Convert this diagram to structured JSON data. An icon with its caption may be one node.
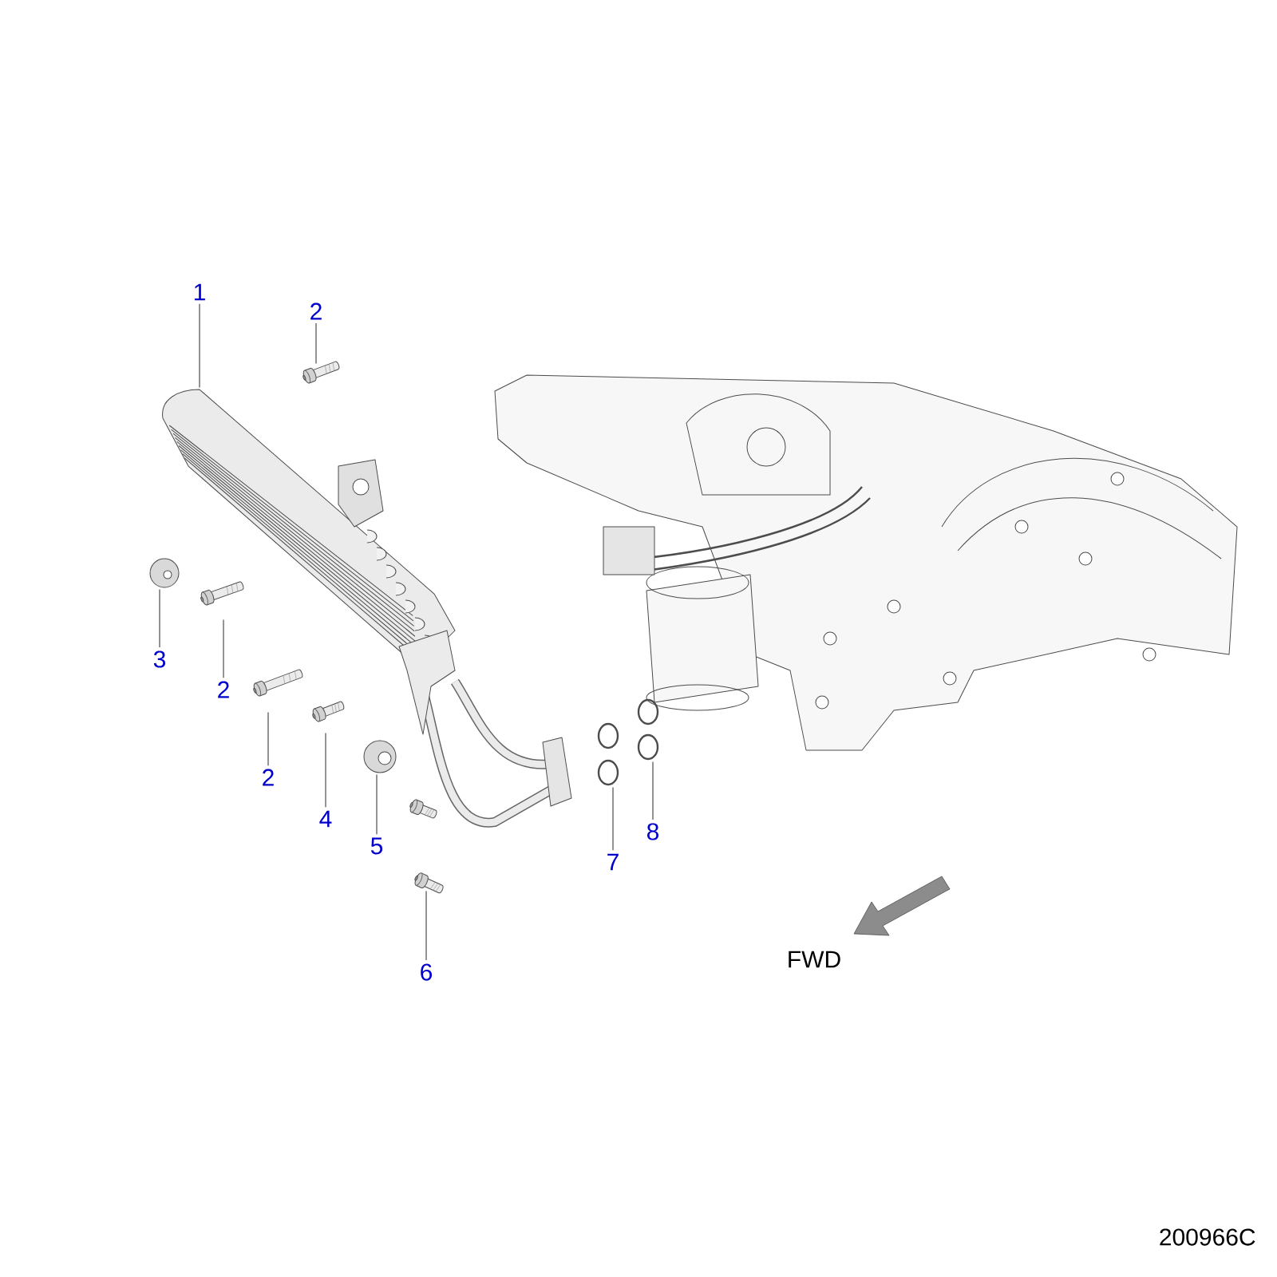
{
  "diagram": {
    "nodes": [
      {
        "text": [
          "1"
        ]
      },
      {
        "text": [
          "2"
        ]
      },
      {
        "text": [
          "3"
        ]
      },
      {
        "text": [
          "2"
        ]
      },
      {
        "text": [
          "2"
        ]
      },
      {
        "text": [
          "4"
        ]
      },
      {
        "text": [
          "5"
        ]
      },
      {
        "text": [
          "6"
        ]
      },
      {
        "text": [
          "7"
        ]
      },
      {
        "text": [
          "8"
        ]
      },
      {
        "text": [],
        "shape": "picture"
      },
      {
        "text": [],
        "shape": "picture"
      },
      {
        "text": [],
        "shape": "picture"
      },
      {
        "text": [],
        "shape": "picture"
      },
      {
        "text": [],
        "shape": "picture"
      },
      {
        "text": [],
        "shape": "picture"
      },
      {
        "text": [],
        "shape": "picture"
      },
      {
        "text": [],
        "shape": "picture"
      },
      {
        "text": [],
        "shape": "picture"
      },
      {
        "text": [],
        "shape": "picture"
      }
    ],
    "edges": [
      {
        "from": 0,
        "to": 10,
        "arrow": "none"
      },
      {
        "from": 1,
        "to": 11,
        "arrow": "none"
      },
      {
        "from": 2,
        "to": 12,
        "arrow": "none"
      },
      {
        "from": 3,
        "to": 13,
        "arrow": "none"
      },
      {
        "from": 4,
        "to": 14,
        "arrow": "none"
      },
      {
        "from": 5,
        "to": 15,
        "arrow": "none"
      },
      {
        "from": 6,
        "to": 16,
        "arrow": "none"
      },
      {
        "from": 7,
        "to": 17,
        "arrow": "none"
      },
      {
        "from": 8,
        "to": 18,
        "arrow": "none"
      },
      {
        "from": 9,
        "to": 19,
        "arrow": "none"
      }
    ],
    "labels": [
      "FWD",
      "200966C"
    ]
  }
}
